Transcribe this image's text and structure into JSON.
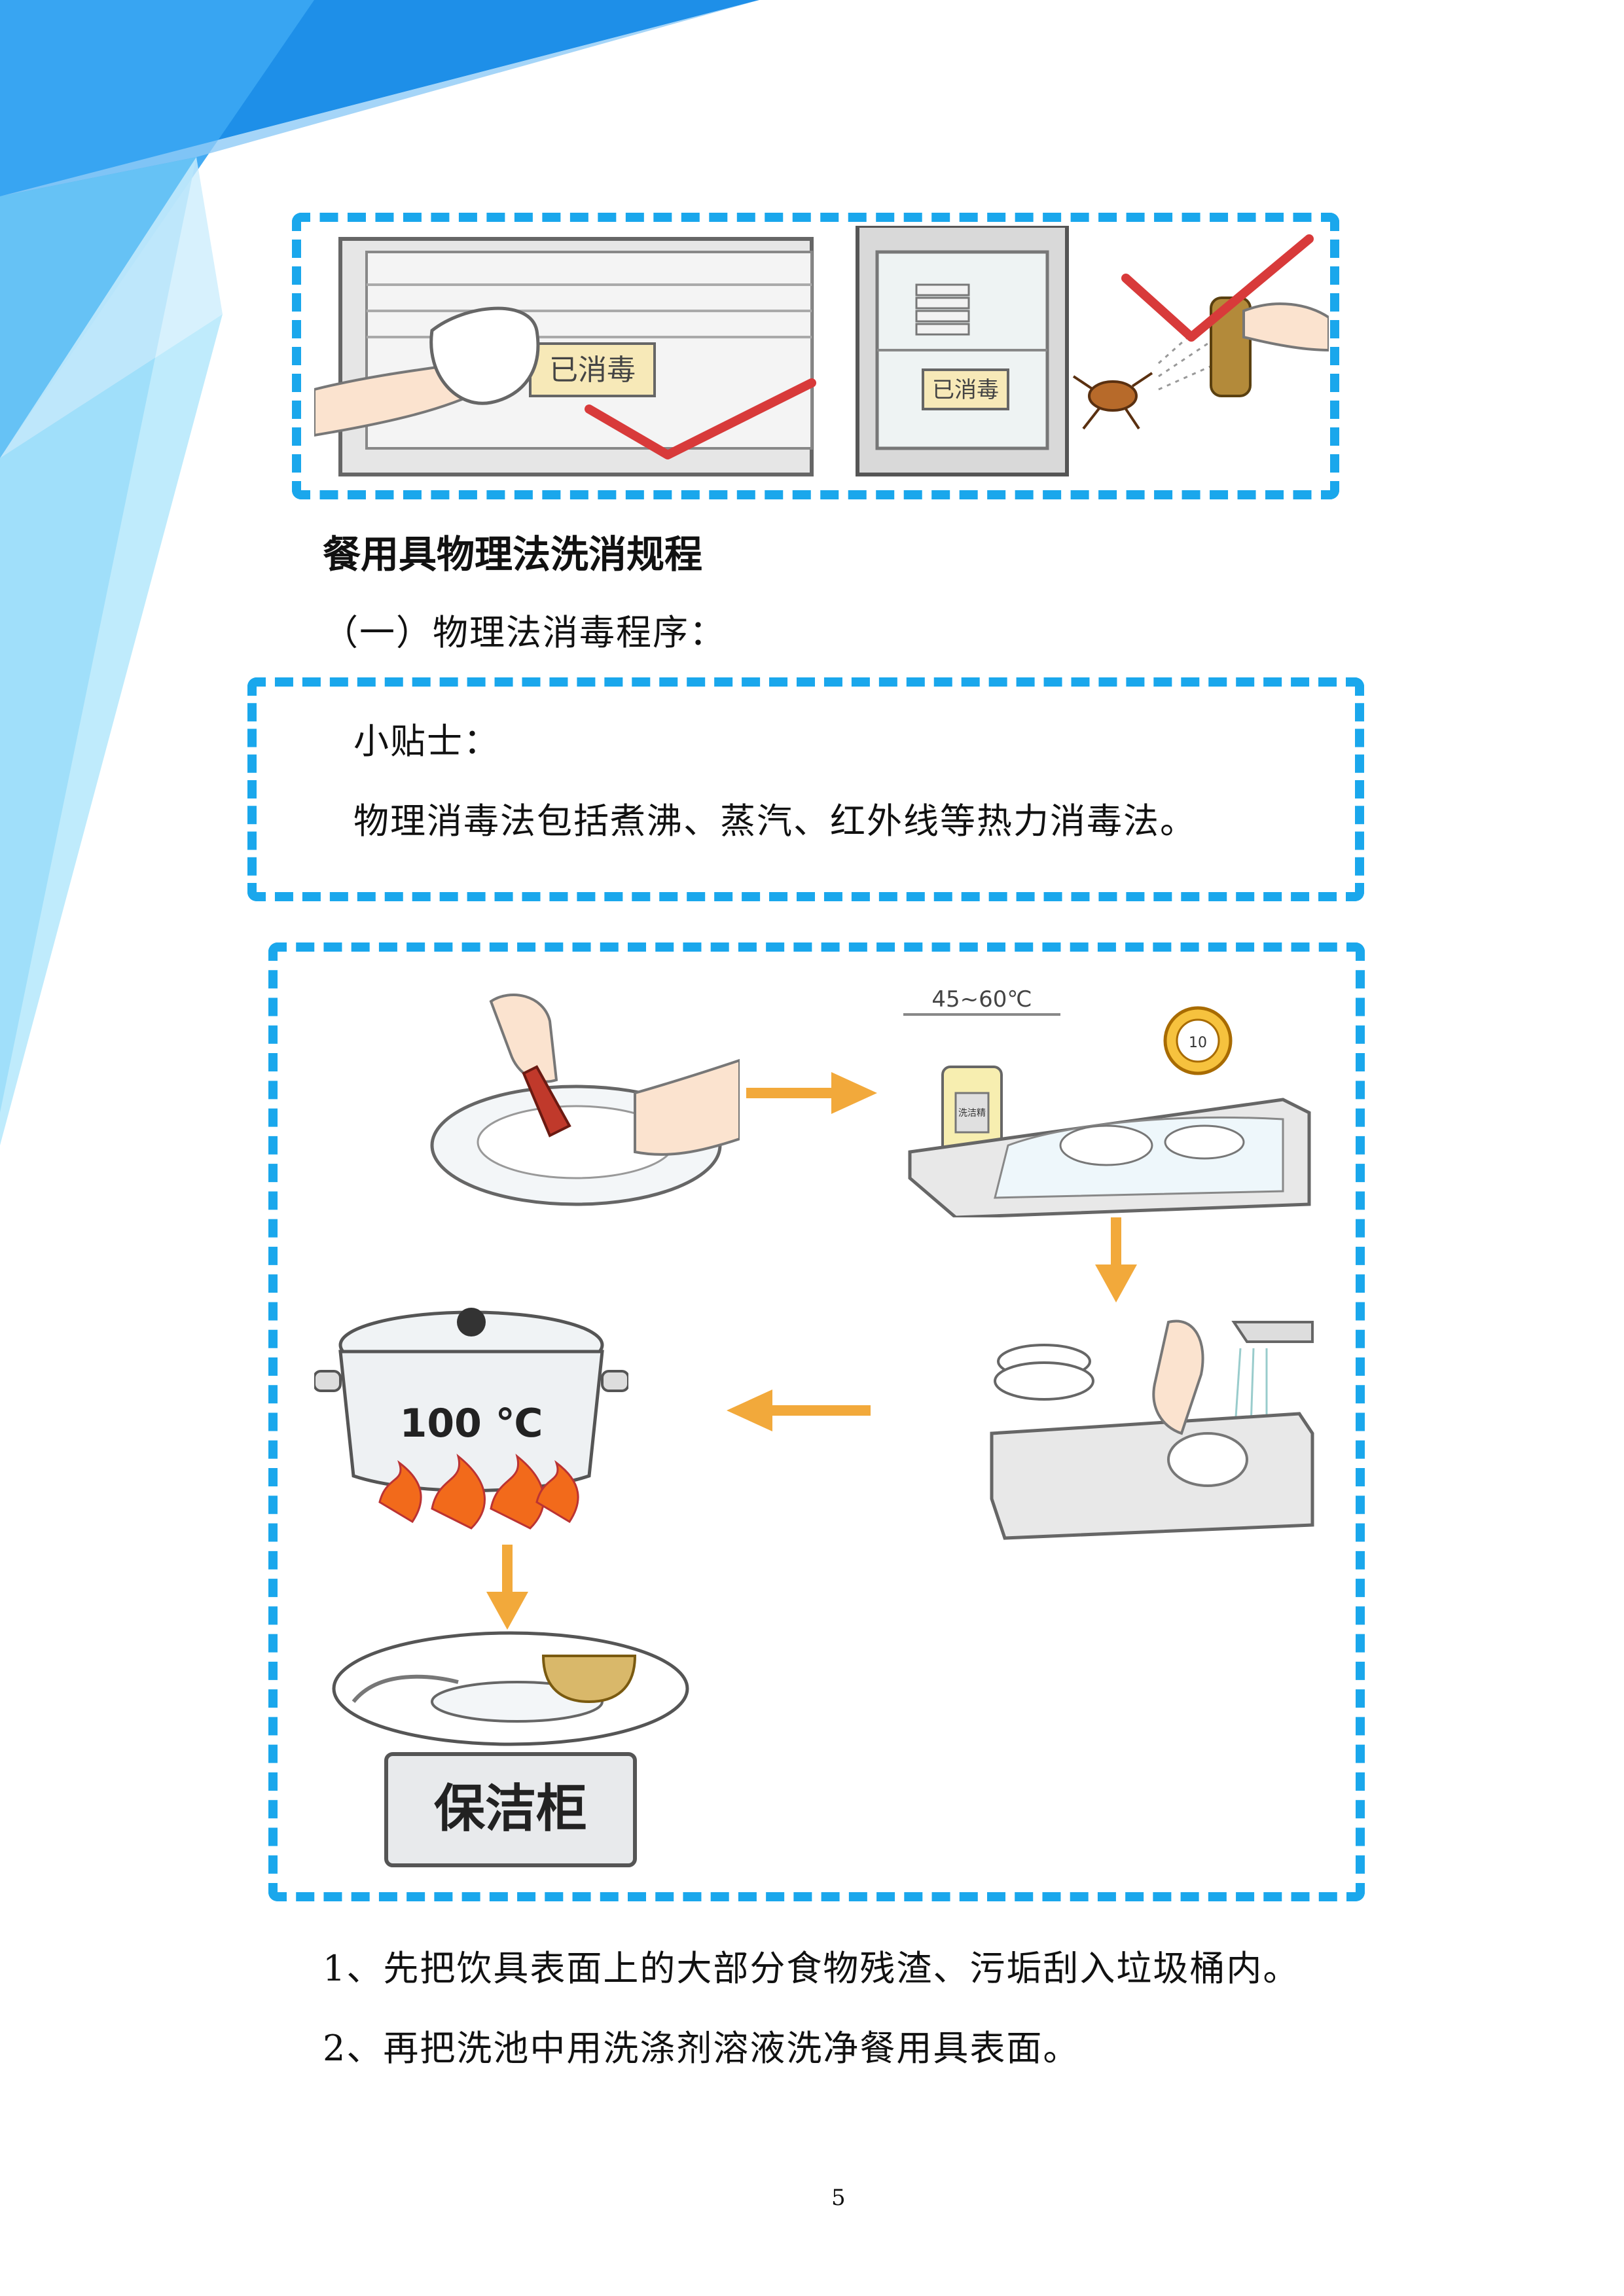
{
  "section_title": "餐用具物理法洗消规程",
  "subsection": "（一）物理法消毒程序：",
  "tip": {
    "label": "小贴士：",
    "text": "物理消毒法包括煮沸、蒸汽、红外线等热力消毒法。"
  },
  "steps": [
    "1、先把饮具表面上的大部分食物残渣、污垢刮入垃圾桶内。",
    "2、再把洗池中用洗涤剂溶液洗净餐用具表面。"
  ],
  "illustrations": {
    "cabinet_label": "已消毒",
    "thermometer_label": "45~60℃",
    "pot_label": "100 ℃",
    "storage_label": "保洁柜",
    "clock_label": "10",
    "bottle_label": "洗洁精"
  },
  "page_number": "5",
  "colors": {
    "accent": "#1aa7ec",
    "arrow": "#f2a93b",
    "check": "#d83a3a",
    "decor_blue": "#3aa0f0"
  }
}
